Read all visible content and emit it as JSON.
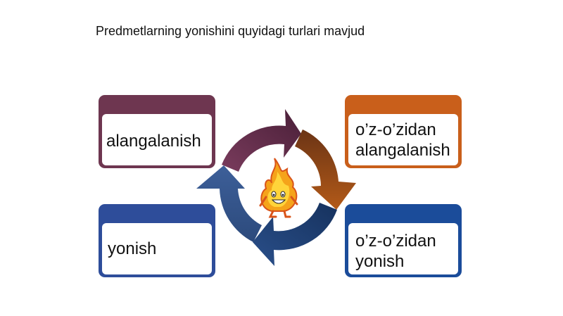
{
  "title": "Predmetlarning yonishini quyidagi turlari mavjud",
  "cards": {
    "top_left": {
      "label": "alangalanish",
      "color": "#6e3650"
    },
    "top_right": {
      "line1": "o’z-o’zidan",
      "line2": "alangalanish",
      "color": "#c95f1b"
    },
    "bottom_left": {
      "label": "yonish",
      "color": "#2e4d9a"
    },
    "bottom_right": {
      "line1": "o’z-o’zidan",
      "line2": "yonish",
      "color": "#1b4c9a"
    }
  },
  "cycle": {
    "arrow_colors": [
      "#5b2a45",
      "#8a4514",
      "#1b3b6e",
      "#2a4a7a"
    ],
    "center_icon": "flame-mascot-icon"
  }
}
